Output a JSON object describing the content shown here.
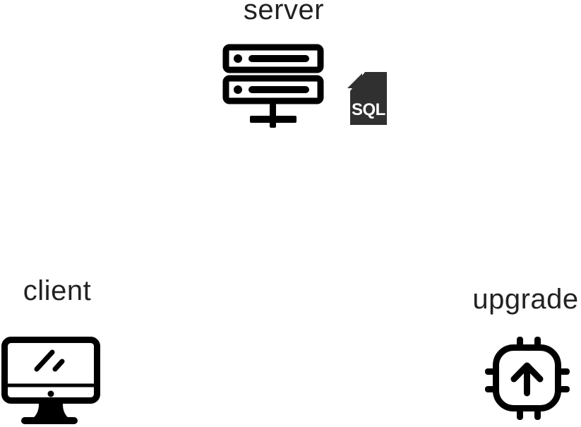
{
  "diagram": {
    "background": "#ffffff",
    "colors": {
      "icon_stroke": "#000000",
      "sql_file_fill": "#303030",
      "sql_badge_text": "#ffffff",
      "label_text": "#222222"
    },
    "nodes": [
      {
        "id": "server",
        "label": "server",
        "icon": "server-rack-icon",
        "badge": "SQL"
      },
      {
        "id": "client",
        "label": "client",
        "icon": "desktop-computer-icon"
      },
      {
        "id": "upgrade",
        "label": "upgrade",
        "icon": "chip-upgrade-icon"
      }
    ]
  }
}
